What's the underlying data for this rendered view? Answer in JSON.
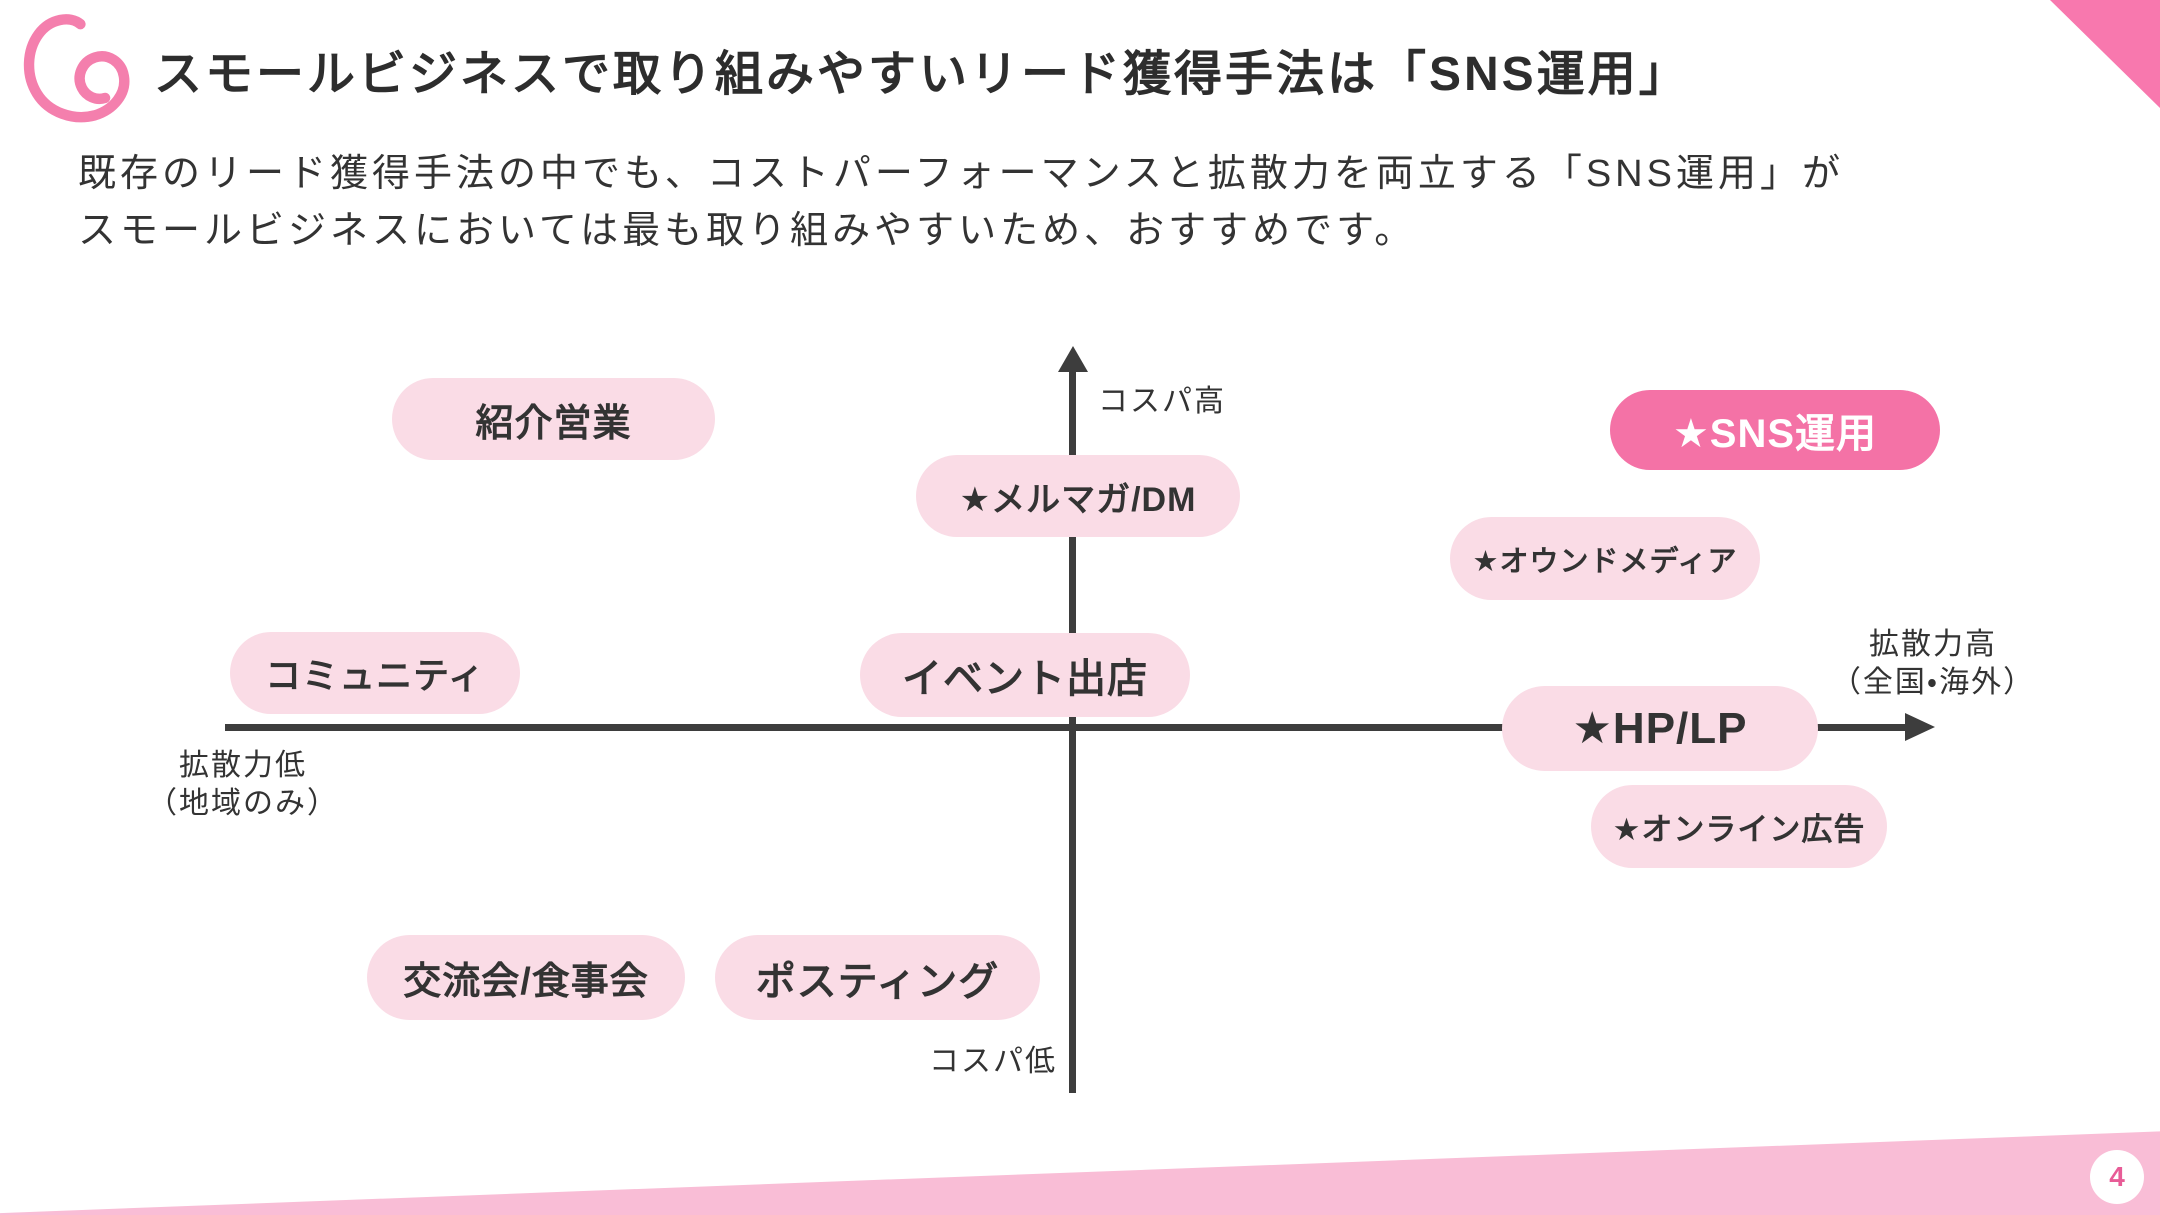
{
  "header": {
    "title": "スモールビジネスで取り組みやすいリード獲得手法は「SNS運用」"
  },
  "intro": {
    "line1": "既存のリード獲得手法の中でも、コストパーフォーマンスと拡散力を両立する「SNS運用」が",
    "line2": "スモールビジネスにおいては最も取り組みやすいため、おすすめです。"
  },
  "diagram": {
    "type": "quadrant-map",
    "axes": {
      "y_top": "コスパ高",
      "y_bottom": "コスパ低",
      "x_left": [
        "拡散力低",
        "（地域のみ）"
      ],
      "x_right": [
        "拡散力高",
        "（全国・海外）"
      ]
    },
    "items": [
      {
        "label": "紹介営業",
        "highlighted": false,
        "cospa": "high",
        "reach": "low"
      },
      {
        "label": "★メルマガ/DM",
        "highlighted": false,
        "cospa": "high",
        "reach": "center"
      },
      {
        "label": "★SNS運用",
        "highlighted": true,
        "cospa": "high",
        "reach": "high"
      },
      {
        "label": "★オウンドメディア",
        "highlighted": false,
        "cospa": "mid-high",
        "reach": "high"
      },
      {
        "label": "コミュニティ",
        "highlighted": false,
        "cospa": "mid",
        "reach": "low"
      },
      {
        "label": "イベント出店",
        "highlighted": false,
        "cospa": "mid",
        "reach": "center"
      },
      {
        "label": "★HP/LP",
        "highlighted": false,
        "cospa": "mid",
        "reach": "high"
      },
      {
        "label": "★オンライン広告",
        "highlighted": false,
        "cospa": "mid-low",
        "reach": "high"
      },
      {
        "label": "交流会/食事会",
        "highlighted": false,
        "cospa": "low",
        "reach": "low"
      },
      {
        "label": "ポスティング",
        "highlighted": false,
        "cospa": "low",
        "reach": "mid-low"
      }
    ]
  },
  "footer": {
    "page_number": "4"
  },
  "colors": {
    "accent_pink": "#F472A6",
    "light_pink_bubble": "#FADCE6",
    "ribbon_pink": "#F9BDD6",
    "corner_pink": "#F878AE",
    "page_number_pink": "#E85C97",
    "text_dark": "#333333",
    "axis_dark": "#3d3d3d"
  }
}
